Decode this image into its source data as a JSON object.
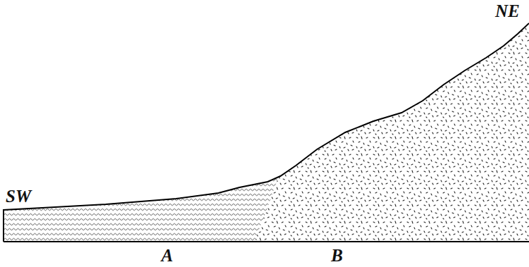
{
  "diagram": {
    "labels": [
      "SW",
      "NE",
      "A",
      "B"
    ]
  }
}
